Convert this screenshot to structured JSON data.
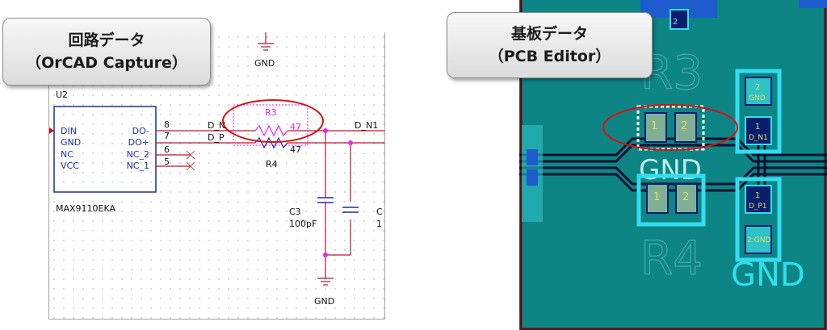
{
  "schematic": {
    "callout": {
      "line1": "回路データ",
      "line2": "（OrCAD Capture）"
    },
    "ic": {
      "refdes": "U2",
      "part": "MAX9110EKA",
      "left_pins": [
        "DIN",
        "GND",
        "NC",
        "VCC"
      ],
      "right_pins": [
        "DO-",
        "DO+",
        "NC_2",
        "NC_1"
      ],
      "pin_numbers": [
        "8",
        "7",
        "6",
        "5"
      ]
    },
    "nets": {
      "dn": "D_N",
      "dp": "D_P",
      "dn1": "D_N1"
    },
    "r3": {
      "ref": "R3",
      "value": "47"
    },
    "r4": {
      "ref": "R4",
      "value": "47"
    },
    "c3": {
      "ref": "C3",
      "value": "100pF"
    },
    "gnd_top": "GND",
    "gnd_bottom": "GND",
    "cut_right_ref": "C",
    "cut_right_value": "1"
  },
  "pcb": {
    "callout": {
      "line1": "基板データ",
      "line2": "（PCB Editor）"
    },
    "pads": {
      "r3_pin1": "1",
      "r3_pin2": "2",
      "r4_pin1": "1",
      "r4_pin2": "2",
      "top_right_pin2": "2",
      "top_right_net2": "GND",
      "top_right_pin1": "1",
      "top_right_net1": "D_N1",
      "bot_right_pin1": "1",
      "bot_right_net1": "D_P1",
      "bot_right_pin2": "2:GND",
      "top_small": "2"
    },
    "silk": {
      "r3": "R3",
      "r4": "R4",
      "gnd_mid": "GND",
      "gnd_large": "GND"
    }
  },
  "colors": {
    "wire_red": "#c0102a",
    "resistor_magenta": "#ee22ee",
    "ic_blue": "#1c2fa8",
    "ellipse_red": "#d91010",
    "pcb_bg": "#0d8585",
    "pad_cyan": "#33ddee",
    "pad_navy": "#0a1e6e"
  }
}
